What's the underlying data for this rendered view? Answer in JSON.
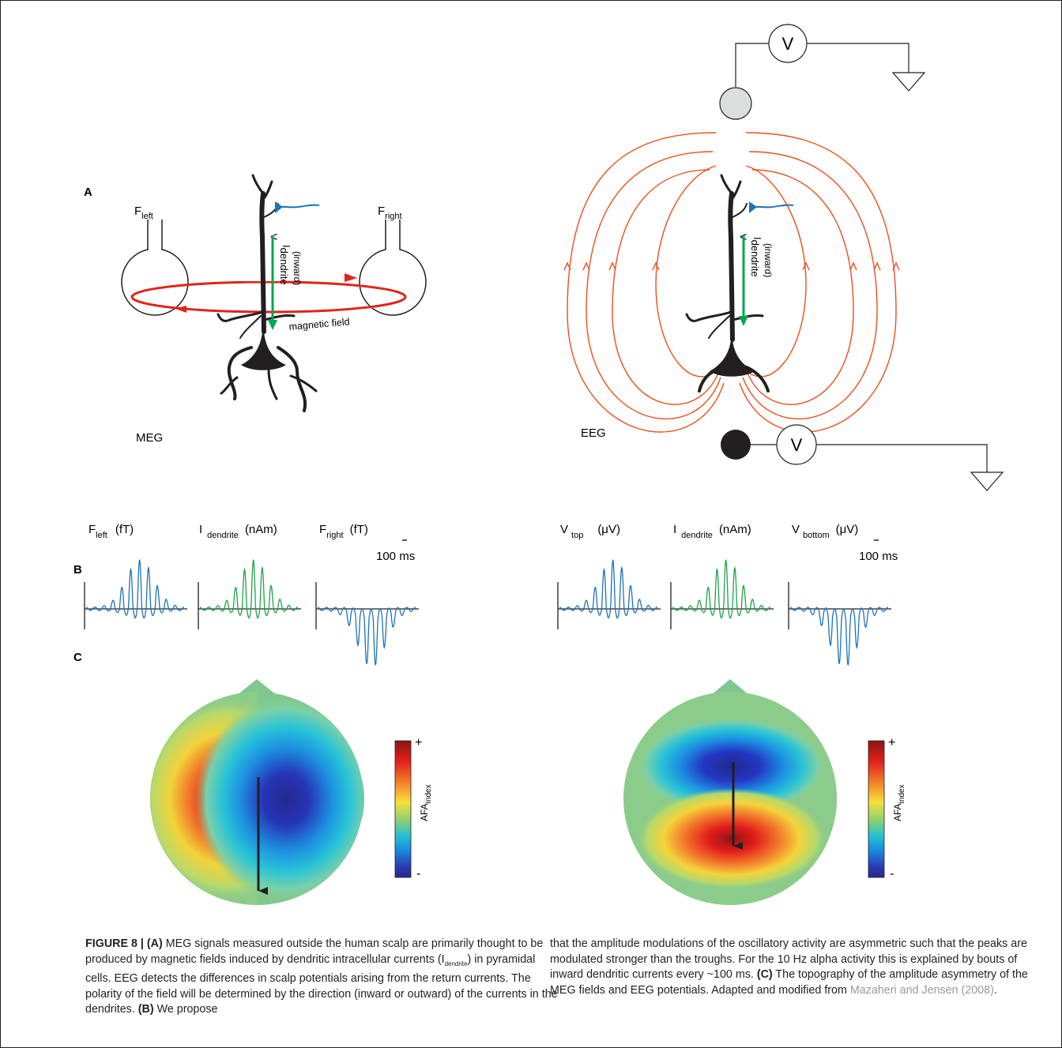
{
  "panel_labels": {
    "a": "A",
    "b": "B",
    "c": "C"
  },
  "meg": {
    "modality": "MEG",
    "sensor_left": {
      "main": "F",
      "sub": "left"
    },
    "sensor_right": {
      "main": "F",
      "sub": "right"
    },
    "current": {
      "main": "I",
      "sub": "dendrite",
      "note": "(inward)"
    },
    "field_label": "magnetic field"
  },
  "eeg": {
    "modality": "EEG",
    "voltmeter": "V",
    "current": {
      "main": "I",
      "sub": "dendrite",
      "note": "(inward)"
    }
  },
  "traces": {
    "meg": [
      {
        "main": "F",
        "sub": "left",
        "unit": "(fT)",
        "color": "#1f73b7"
      },
      {
        "main": "I",
        "sub": "dendrite",
        "unit": "(nAm)",
        "color": "#20a24b"
      },
      {
        "main": "F",
        "sub": "right",
        "unit": "(fT)",
        "color": "#1f73b7"
      }
    ],
    "eeg": [
      {
        "main": "V",
        "sub": "top",
        "unit": "(μV)",
        "color": "#1f73b7"
      },
      {
        "main": "I",
        "sub": "dendrite",
        "unit": "(nAm)",
        "color": "#20a24b"
      },
      {
        "main": "V",
        "sub": "bottom",
        "unit": "(μV)",
        "color": "#1f73b7"
      }
    ],
    "scalebar": "100 ms"
  },
  "colorbar": {
    "main": "AFA",
    "sub": "index",
    "plus": "+",
    "minus": "-"
  },
  "colors": {
    "field_lines": "#e8501f",
    "red_loop": "#e2231a",
    "green_arrow": "#00a651",
    "blue": "#1f73b7",
    "scalp": "#7fc78e"
  },
  "caption": {
    "figure": "FIGURE 8 | ",
    "a_label": "(A)",
    "a_text": " MEG signals measured outside the human scalp are primarily thought to be produced by magnetic fields induced by dendritic intracellular currents (I",
    "a_sub": "dendrite",
    "a_text2": ") in pyramidal cells. EEG detects the differences in scalp potentials arising from the return currents. The polarity of the field will be determined by the direction (inward or outward) of the currents in the dendrites. ",
    "b_label": "(B)",
    "b_text": " We propose",
    "right_text": "that the amplitude modulations of the oscillatory activity are asymmetric such that the peaks are modulated stronger than the troughs. For the 10 Hz alpha activity this is explained by bouts of inward dendritic currents every ~100 ms. ",
    "c_label": "(C)",
    "c_text": " The topography of the amplitude asymmetry of the MEG fields and EEG potentials. Adapted and modified from ",
    "citation": "Mazaheri and Jensen (2008)",
    "end": "."
  }
}
